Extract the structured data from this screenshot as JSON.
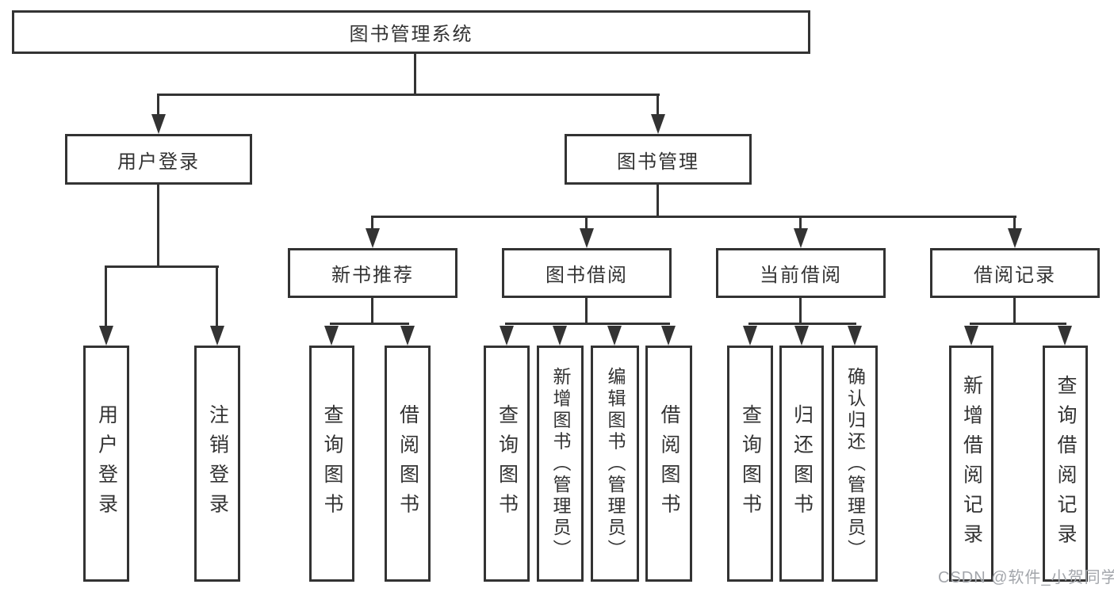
{
  "tree": {
    "root": {
      "label": "图书管理系统",
      "children": [
        {
          "label": "用户登录",
          "children": [
            {
              "label": "用户登录"
            },
            {
              "label": "注销登录"
            }
          ]
        },
        {
          "label": "图书管理",
          "children": [
            {
              "label": "新书推荐",
              "children": [
                {
                  "label": "查询图书"
                },
                {
                  "label": "借阅图书"
                }
              ]
            },
            {
              "label": "图书借阅",
              "children": [
                {
                  "label": "查询图书"
                },
                {
                  "label": "新增图书（管理员）"
                },
                {
                  "label": "编辑图书（管理员）"
                },
                {
                  "label": "借阅图书"
                }
              ]
            },
            {
              "label": "当前借阅",
              "children": [
                {
                  "label": "查询图书"
                },
                {
                  "label": "归还图书"
                },
                {
                  "label": "确认归还（管理员）"
                }
              ]
            },
            {
              "label": "借阅记录",
              "children": [
                {
                  "label": "新增借阅记录"
                },
                {
                  "label": "查询借阅记录"
                }
              ]
            }
          ]
        }
      ]
    }
  },
  "watermark": {
    "text": "CSDN @软件_小贺同学"
  },
  "colors": {
    "line": "#333333",
    "box_background": "#ffffff",
    "text": "#333333",
    "watermark": "#a3a6ab"
  }
}
